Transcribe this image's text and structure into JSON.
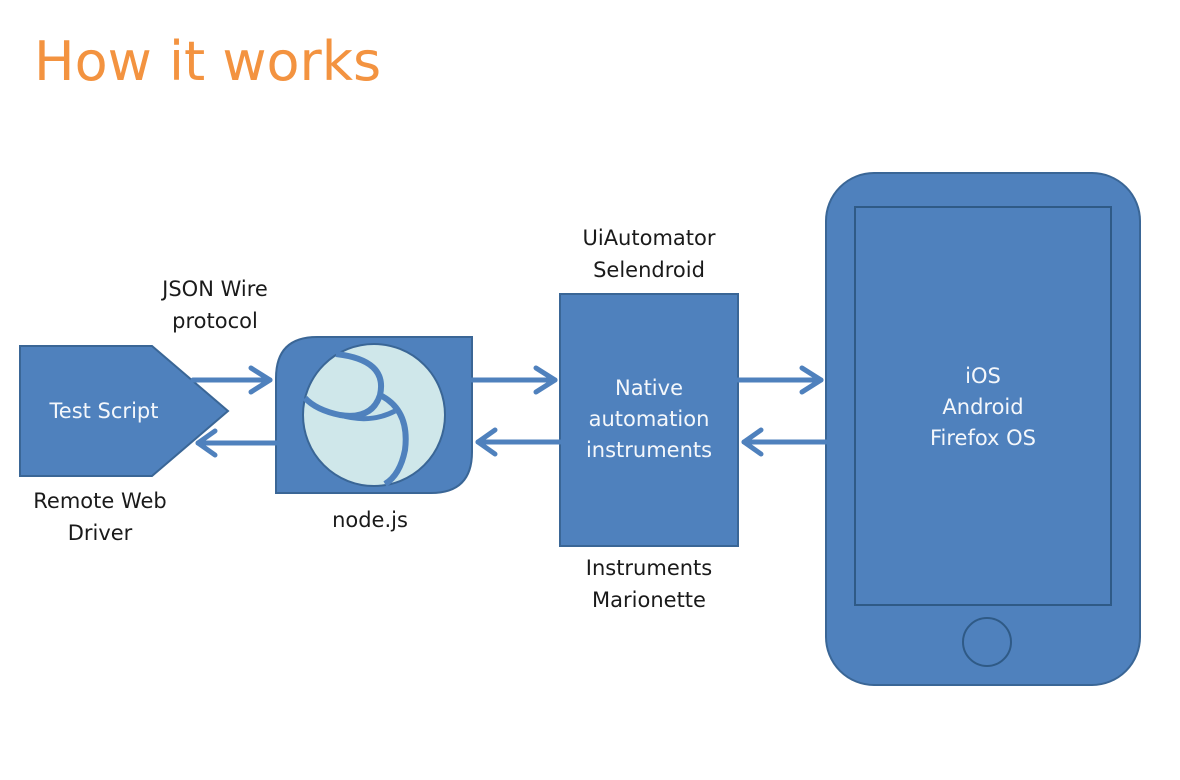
{
  "title": "How it works",
  "colors": {
    "title": "#f39340",
    "shape_fill": "#4f81bd",
    "shape_stroke": "#3a6696",
    "logo_fill": "#cfe7ea",
    "label_text": "#1a1a1a",
    "shape_text": "#f4f7fb"
  },
  "nodes": {
    "test_script": {
      "label": "Test Script",
      "caption": [
        "Remote Web",
        "Driver"
      ]
    },
    "nodejs": {
      "icon": "nodejs-logo-icon",
      "caption": "node.js"
    },
    "native": {
      "label": [
        "Native",
        "automation",
        "instruments"
      ],
      "caption_top": [
        "UiAutomator",
        "Selendroid"
      ],
      "caption_bottom": [
        "Instruments",
        "Marionette"
      ]
    },
    "device": {
      "icon": "smartphone-icon",
      "label": [
        "iOS",
        "Android",
        "Firefox OS"
      ]
    }
  },
  "edges": {
    "protocol_label": [
      "JSON Wire",
      "protocol"
    ]
  }
}
